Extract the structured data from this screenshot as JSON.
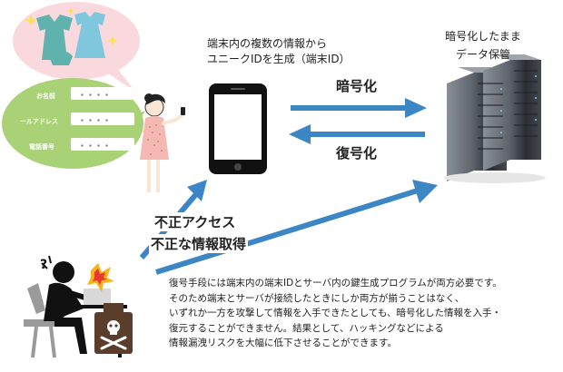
{
  "device": {
    "caption_line1": "端末内の複数の情報から",
    "caption_line2": "ユニークIDを生成（端末ID）"
  },
  "server": {
    "caption_line1": "暗号化したまま",
    "caption_line2": "データ保管"
  },
  "flows": {
    "encrypt_label": "暗号化",
    "decrypt_label": "復号化"
  },
  "attack": {
    "line1": "不正アクセス",
    "line2": "不正な情報取得"
  },
  "bubble": {
    "fields": [
      {
        "label": "お名前",
        "dots": "・・・・"
      },
      {
        "label": "ールアドレス",
        "dots": "・・・・"
      },
      {
        "label": "電話番号",
        "dots": "・・・・"
      }
    ]
  },
  "description": {
    "lines": [
      "復号手段には端末内の端末IDとサーバ内の鍵生成プログラムが両方必要です。",
      "そのため端末とサーバが接続したときにしか両方が揃うことはなく、",
      "いずれか一方を攻撃して情報を入手できたとしても、暗号化した情報を入手・",
      "復元することができません。結果として、ハッキングなどによる",
      "情報漏洩リスクを大幅に低下させることができます。"
    ]
  },
  "colors": {
    "arrow": "#3d86c6",
    "bubble_pink": "#f9d9de",
    "bubble_green": "#a9d277",
    "dress_teal": "#5fb2ad",
    "dress_blue": "#7fc7dd",
    "alert_red": "#e83a2c",
    "alert_orange": "#f7b21d",
    "skull_brown": "#5b3d2c"
  }
}
